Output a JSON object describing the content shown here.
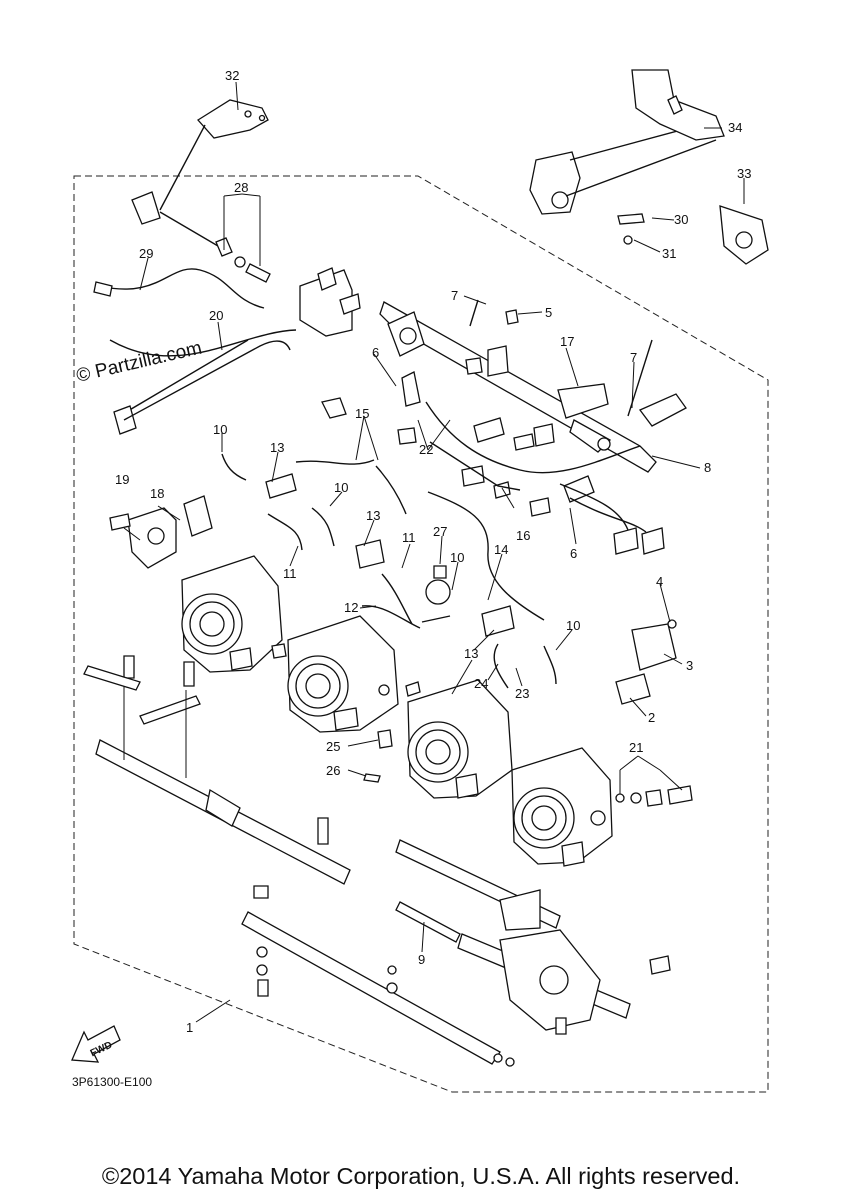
{
  "watermark": "© Partzilla.com",
  "diagram_code": "3P61300-E100",
  "fwd_label": "FWD",
  "copyright": "©2014 Yamaha Motor Corporation, U.S.A. All rights reserved.",
  "callouts": {
    "c1": "1",
    "c2": "2",
    "c3": "3",
    "c4": "4",
    "c5": "5",
    "c6a": "6",
    "c6b": "6",
    "c7a": "7",
    "c7b": "7",
    "c8": "8",
    "c9": "9",
    "c10a": "10",
    "c10b": "10",
    "c10c": "10",
    "c10d": "10",
    "c11a": "11",
    "c11b": "11",
    "c12": "12",
    "c13a": "13",
    "c13b": "13",
    "c13c": "13",
    "c14": "14",
    "c15": "15",
    "c16": "16",
    "c17": "17",
    "c18": "18",
    "c19": "19",
    "c20": "20",
    "c21": "21",
    "c22": "22",
    "c23": "23",
    "c24": "24",
    "c25": "25",
    "c26": "26",
    "c27": "27",
    "c28": "28",
    "c29": "29",
    "c30": "30",
    "c31": "31",
    "c32": "32",
    "c33": "33",
    "c34": "34"
  }
}
